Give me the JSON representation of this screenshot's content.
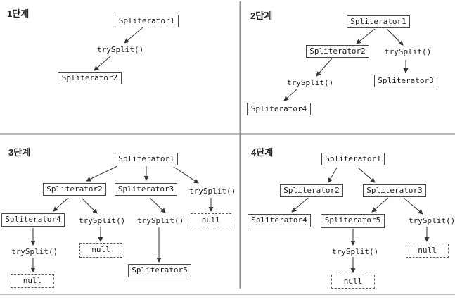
{
  "colors": {
    "ink": "#333333",
    "box_border": "#4a4a4a",
    "divider": "#7a7a7a",
    "bottom_rule": "#c4c4c4"
  },
  "quadrants": [
    {
      "label": "1단계",
      "nodes": {
        "sp1": "Spliterator1",
        "try1": "trySplit()",
        "sp2": "Spliterator2"
      }
    },
    {
      "label": "2단계",
      "nodes": {
        "sp1": "Spliterator1",
        "sp2": "Spliterator2",
        "try_right": "trySplit()",
        "sp3": "Spliterator3",
        "try_left": "trySplit()",
        "sp4": "Spliterator4"
      }
    },
    {
      "label": "3단계",
      "nodes": {
        "sp1": "Spliterator1",
        "sp2": "Spliterator2",
        "sp3": "Spliterator3",
        "try_right": "trySplit()",
        "null_right": "null",
        "sp4": "Spliterator4",
        "try_mid": "trySplit()",
        "null_mid": "null",
        "try_sp3": "trySplit()",
        "sp5": "Spliterator5",
        "try_sp4": "trySplit()",
        "null_left": "null"
      }
    },
    {
      "label": "4단계",
      "nodes": {
        "sp1": "Spliterator1",
        "sp2": "Spliterator2",
        "sp3": "Spliterator3",
        "sp4": "Spliterator4",
        "sp5": "Spliterator5",
        "try_right": "trySplit()",
        "null_right": "null",
        "try_mid": "trySplit()",
        "null_mid": "null"
      }
    }
  ]
}
